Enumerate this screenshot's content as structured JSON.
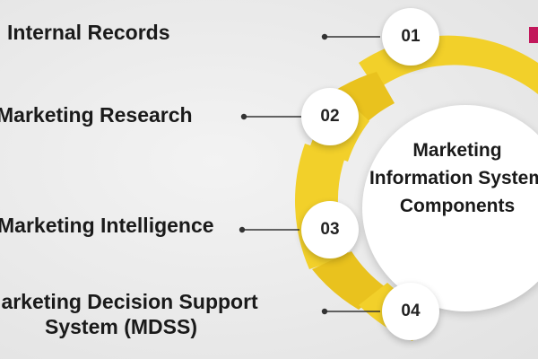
{
  "colors": {
    "accent": "#f2d02a",
    "accent_dark": "#e2b816",
    "brand": "#c2185b"
  },
  "center": {
    "lines": [
      "Marketing",
      "Information System",
      "Components"
    ]
  },
  "items": [
    {
      "number": "01",
      "label": "Internal Records"
    },
    {
      "number": "02",
      "label": "Marketing Research"
    },
    {
      "number": "03",
      "label": "Marketing Intelligence"
    },
    {
      "number": "04",
      "label_lines": [
        "Marketing Decision Support",
        "System (MDSS)"
      ]
    }
  ]
}
